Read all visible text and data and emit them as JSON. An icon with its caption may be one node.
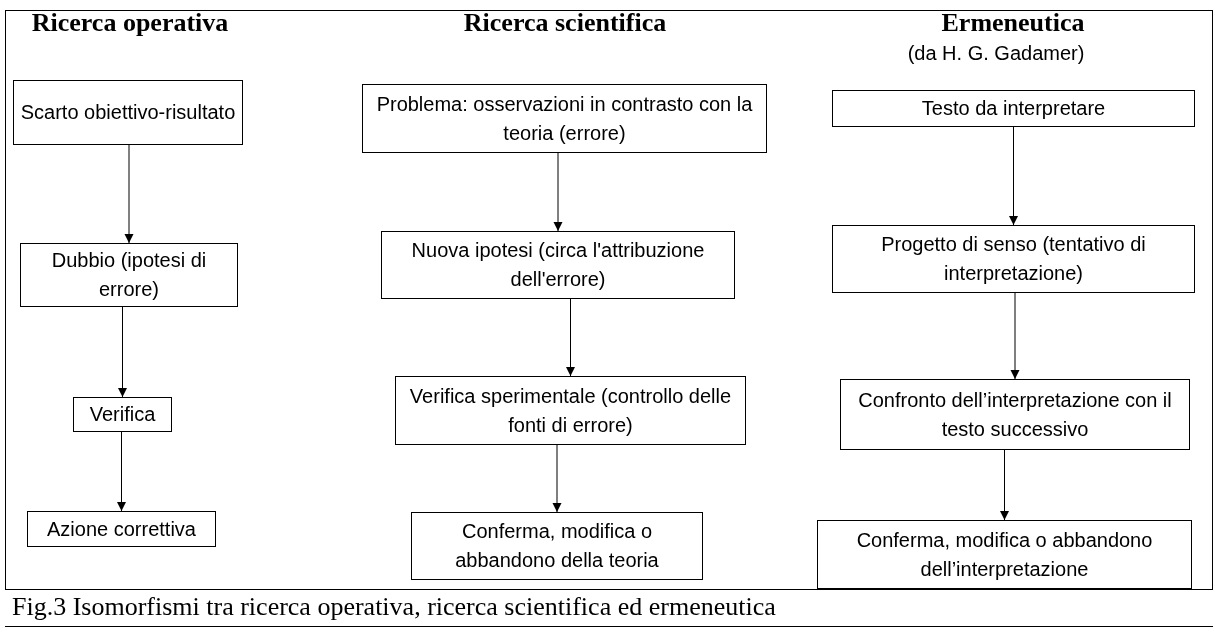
{
  "diagram": {
    "caption": "Fig.3 Isomorfismi tra ricerca operativa, ricerca scientifica ed ermeneutica",
    "nodes": [
      {
        "text": [
          "Scarto obiettivo-risultato"
        ]
      },
      {
        "text": [
          "Dubbio (ipotesi di errore)"
        ]
      },
      {
        "text": [
          "Verifica"
        ]
      },
      {
        "text": [
          "Azione correttiva"
        ]
      },
      {
        "text": [
          "Problema: osservazioni in contrasto con la teoria (errore)"
        ]
      },
      {
        "text": [
          "Nuova ipotesi (circa l'attribuzione dell'errore)"
        ]
      },
      {
        "text": [
          "Verifica sperimentale (controllo delle fonti di errore)"
        ]
      },
      {
        "text": [
          "Conferma, modifica o abbandono della teoria"
        ]
      },
      {
        "text": [
          "Testo da interpretare"
        ]
      },
      {
        "text": [
          "Progetto di senso (tentativo di interpretazione)"
        ]
      },
      {
        "text": [
          "Confronto dell’interpretazione con il testo successivo"
        ]
      },
      {
        "text": [
          "Conferma, modifica o abbandono dell’interpretazione"
        ]
      }
    ],
    "edges": [
      {
        "from": 0,
        "to": 1,
        "arrow": "to"
      },
      {
        "from": 1,
        "to": 2,
        "arrow": "to"
      },
      {
        "from": 2,
        "to": 3,
        "arrow": "to"
      },
      {
        "from": 4,
        "to": 5,
        "arrow": "to"
      },
      {
        "from": 5,
        "to": 6,
        "arrow": "to"
      },
      {
        "from": 6,
        "to": 7,
        "arrow": "to"
      },
      {
        "from": 8,
        "to": 9,
        "arrow": "to"
      },
      {
        "from": 9,
        "to": 10,
        "arrow": "to"
      },
      {
        "from": 10,
        "to": 11,
        "arrow": "to"
      }
    ],
    "labels": [
      "Ricerca operativa",
      "Ricerca scientifica",
      "Ermeneutica",
      "(da H. G. Gadamer)"
    ]
  }
}
